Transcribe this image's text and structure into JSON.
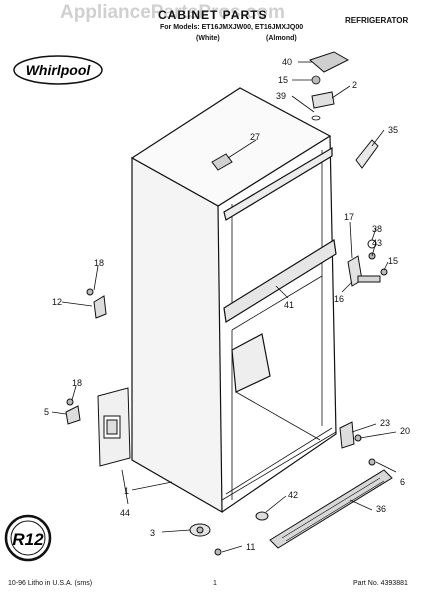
{
  "header": {
    "watermark": "AppliancePartsPros.com",
    "title": "CABINET PARTS",
    "subtitle": "For Models: ET16JMXJW00, ET16JMXJQ00",
    "color_white": "(White)",
    "color_almond": "(Almond)",
    "product": "REFRIGERATOR",
    "brand": "Whirlpool"
  },
  "badge": "R12",
  "footer": {
    "left": "10-96 Litho in U.S.A. (sms)",
    "center": "1",
    "right": "Part No. 4393881"
  },
  "callouts": [
    {
      "id": "c40",
      "label": "40"
    },
    {
      "id": "c15a",
      "label": "15"
    },
    {
      "id": "c2",
      "label": "2"
    },
    {
      "id": "c39",
      "label": "39"
    },
    {
      "id": "c35",
      "label": "35"
    },
    {
      "id": "c27",
      "label": "27"
    },
    {
      "id": "c17",
      "label": "17"
    },
    {
      "id": "c38",
      "label": "38"
    },
    {
      "id": "c43",
      "label": "43"
    },
    {
      "id": "c15b",
      "label": "15"
    },
    {
      "id": "c16",
      "label": "16"
    },
    {
      "id": "c41",
      "label": "41"
    },
    {
      "id": "c18a",
      "label": "18"
    },
    {
      "id": "c12",
      "label": "12"
    },
    {
      "id": "c18b",
      "label": "18"
    },
    {
      "id": "c5",
      "label": "5"
    },
    {
      "id": "c23",
      "label": "23"
    },
    {
      "id": "c20",
      "label": "20"
    },
    {
      "id": "c6",
      "label": "6"
    },
    {
      "id": "c1",
      "label": "1"
    },
    {
      "id": "c44",
      "label": "44"
    },
    {
      "id": "c42",
      "label": "42"
    },
    {
      "id": "c36",
      "label": "36"
    },
    {
      "id": "c3",
      "label": "3"
    },
    {
      "id": "c11",
      "label": "11"
    }
  ]
}
